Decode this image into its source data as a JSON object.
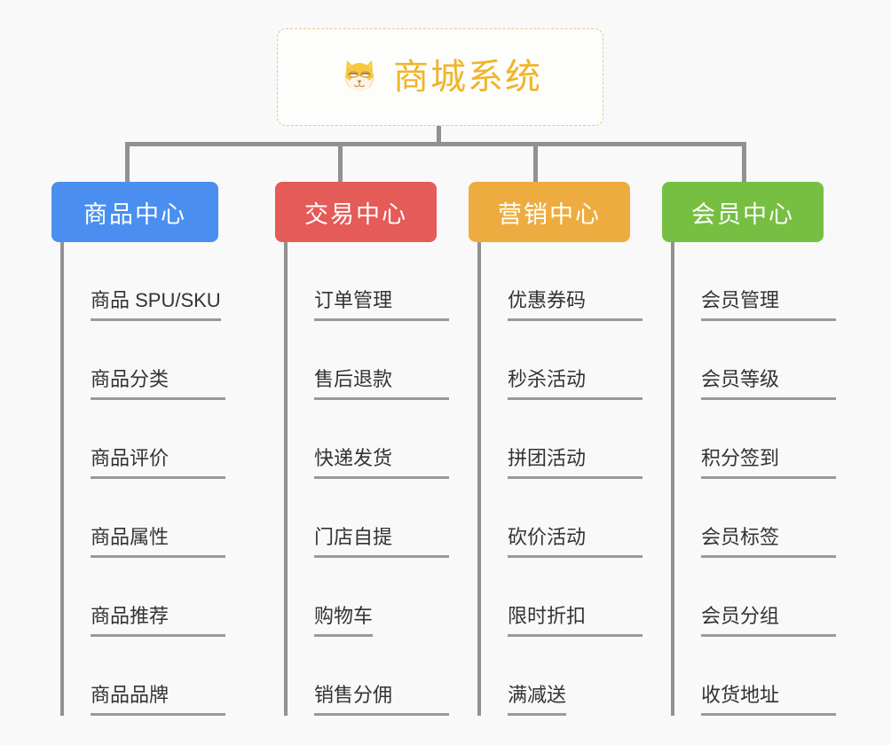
{
  "background_color": "#f9f9f9",
  "connector_color": "#919191",
  "root": {
    "title": "商城系统",
    "icon": "shiba-dog-icon",
    "text_color": "#f0b429",
    "border_color": "#e8c985",
    "background": "#fdfdfb"
  },
  "columns": [
    {
      "id": "product-center",
      "title": "商品中心",
      "color": "#4a8ff0",
      "items": [
        {
          "label": "商品 SPU/SKU"
        },
        {
          "label": "商品分类"
        },
        {
          "label": "商品评价"
        },
        {
          "label": "商品属性"
        },
        {
          "label": "商品推荐"
        },
        {
          "label": "商品品牌"
        }
      ]
    },
    {
      "id": "trade-center",
      "title": "交易中心",
      "color": "#e45b58",
      "items": [
        {
          "label": "订单管理"
        },
        {
          "label": "售后退款"
        },
        {
          "label": "快递发货"
        },
        {
          "label": "门店自提"
        },
        {
          "label": "购物车"
        },
        {
          "label": "销售分佣"
        }
      ]
    },
    {
      "id": "marketing-center",
      "title": "营销中心",
      "color": "#eeac40",
      "items": [
        {
          "label": "优惠券码"
        },
        {
          "label": "秒杀活动"
        },
        {
          "label": "拼团活动"
        },
        {
          "label": "砍价活动"
        },
        {
          "label": "限时折扣"
        },
        {
          "label": "满减送"
        }
      ]
    },
    {
      "id": "member-center",
      "title": "会员中心",
      "color": "#77bf43",
      "items": [
        {
          "label": "会员管理"
        },
        {
          "label": "会员等级"
        },
        {
          "label": "积分签到"
        },
        {
          "label": "会员标签"
        },
        {
          "label": "会员分组"
        },
        {
          "label": "收货地址"
        }
      ]
    }
  ]
}
